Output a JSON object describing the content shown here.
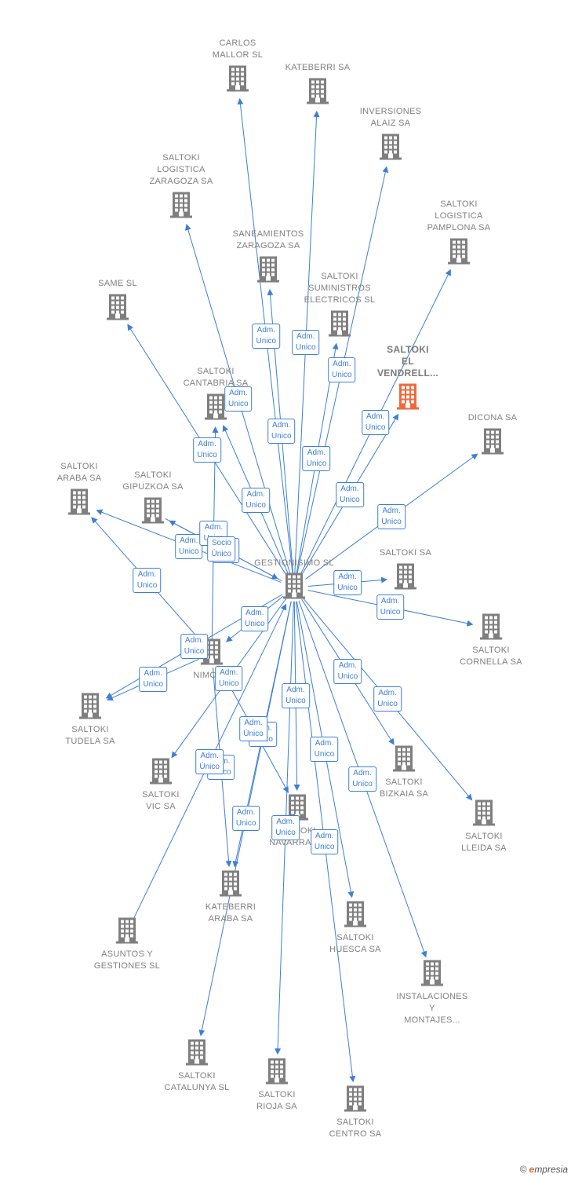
{
  "colors": {
    "edge": "#3d7fd6",
    "node": "#7f7f7f",
    "highlight": "#ef6a3a"
  },
  "icons": {
    "company": "building-icon"
  },
  "center": {
    "label": [
      "GESTIONISIMO SL"
    ]
  },
  "nodes": [
    {
      "id": "carlos",
      "label": [
        "CARLOS",
        "MALLOR SL"
      ]
    },
    {
      "id": "kateberri",
      "label": [
        "KATEBERRI SA"
      ]
    },
    {
      "id": "inversiones",
      "label": [
        "INVERSIONES",
        "ALAIZ SA"
      ]
    },
    {
      "id": "logzar",
      "label": [
        "SALTOKI",
        "LOGISTICA",
        "ZARAGOZA SA"
      ]
    },
    {
      "id": "logpam",
      "label": [
        "SALTOKI",
        "LOGISTICA",
        "PAMPLONA SA"
      ]
    },
    {
      "id": "saneamientos",
      "label": [
        "SANEAMIENTOS",
        "ZARAGOZA SA"
      ]
    },
    {
      "id": "same",
      "label": [
        "SAME SL"
      ]
    },
    {
      "id": "suministros",
      "label": [
        "SALTOKI",
        "SUMINISTROS",
        "ELECTRICOS SL"
      ]
    },
    {
      "id": "vendrell",
      "label": [
        "SALTOKI",
        "EL",
        "VENDRELL..."
      ],
      "highlight": true
    },
    {
      "id": "cantabria",
      "label": [
        "SALTOKI",
        "CANTABRIA SA"
      ]
    },
    {
      "id": "dicona",
      "label": [
        "DICONA SA"
      ]
    },
    {
      "id": "araba",
      "label": [
        "SALTOKI",
        "ARABA SA"
      ]
    },
    {
      "id": "gipuzkoa",
      "label": [
        "SALTOKI",
        "GIPUZKOA SA"
      ]
    },
    {
      "id": "saltokisa",
      "label": [
        "SALTOKI SA"
      ]
    },
    {
      "id": "cornella",
      "label": [
        "SALTOKI",
        "CORNELLA SA"
      ]
    },
    {
      "id": "nimo",
      "label": [
        "NIMO SL"
      ]
    },
    {
      "id": "tudela",
      "label": [
        "SALTOKI",
        "TUDELA SA"
      ]
    },
    {
      "id": "vic",
      "label": [
        "SALTOKI",
        "VIC SA"
      ]
    },
    {
      "id": "bizkaia",
      "label": [
        "SALTOKI",
        "BIZKAIA SA"
      ]
    },
    {
      "id": "lleida",
      "label": [
        "SALTOKI",
        "LLEIDA SA"
      ]
    },
    {
      "id": "navarra",
      "label": [
        "SALTOKI",
        "NAVARRA SA"
      ]
    },
    {
      "id": "kateberriaraba",
      "label": [
        "KATEBERRI",
        "ARABA SA"
      ]
    },
    {
      "id": "asuntos",
      "label": [
        "ASUNTOS Y",
        "GESTIONES SL"
      ]
    },
    {
      "id": "huesca",
      "label": [
        "SALTOKI",
        "HUESCA SA"
      ]
    },
    {
      "id": "instalaciones",
      "label": [
        "INSTALACIONES",
        "Y",
        "MONTAJES..."
      ]
    },
    {
      "id": "catalunya",
      "label": [
        "SALTOKI",
        "CATALUNYA SL"
      ]
    },
    {
      "id": "rioja",
      "label": [
        "SALTOKI",
        "RIOJA SA"
      ]
    },
    {
      "id": "centro",
      "label": [
        "SALTOKI",
        "CENTRO SA"
      ]
    }
  ],
  "edges": [
    {
      "from": "center",
      "to": "carlos",
      "label": [
        "Adm.",
        "Unico"
      ]
    },
    {
      "from": "center",
      "to": "kateberri",
      "label": [
        "Adm.",
        "Unico"
      ]
    },
    {
      "from": "center",
      "to": "inversiones",
      "label": [
        "Adm.",
        "Unico"
      ]
    },
    {
      "from": "center",
      "to": "logzar",
      "label": [
        "Adm.",
        "Unico"
      ]
    },
    {
      "from": "center",
      "to": "logpam",
      "label": [
        "Adm.",
        "Unico"
      ]
    },
    {
      "from": "center",
      "to": "saneamientos",
      "label": [
        "Adm.",
        "Unico"
      ]
    },
    {
      "from": "center",
      "to": "same",
      "label": [
        "Adm.",
        "Unico"
      ]
    },
    {
      "from": "center",
      "to": "suministros",
      "label": [
        "Adm.",
        "Unico"
      ]
    },
    {
      "from": "center",
      "to": "vendrell",
      "label": [
        "Adm.",
        "Unico"
      ]
    },
    {
      "from": "center",
      "to": "cantabria",
      "label": [
        "Adm.",
        "Unico"
      ]
    },
    {
      "from": "center",
      "to": "dicona",
      "label": [
        "Adm.",
        "Unico"
      ]
    },
    {
      "from": "center",
      "to": "araba",
      "label": [
        "Adm.",
        "Unico"
      ]
    },
    {
      "from": "center",
      "to": "gipuzkoa",
      "label": [
        "Adm.",
        "Unico"
      ]
    },
    {
      "from": "center",
      "to": "saltokisa",
      "label": [
        "Adm.",
        "Unico"
      ]
    },
    {
      "from": "center",
      "to": "cornella",
      "label": [
        "Adm.",
        "Unico"
      ]
    },
    {
      "from": "center",
      "to": "tudela",
      "label": [
        "Adm.",
        "Unico"
      ]
    },
    {
      "from": "center",
      "to": "vic",
      "label": [
        "Adm.",
        "Unico"
      ]
    },
    {
      "from": "center",
      "to": "bizkaia",
      "label": [
        "Adm.",
        "Unico"
      ]
    },
    {
      "from": "center",
      "to": "lleida",
      "label": [
        "Adm.",
        "Unico"
      ]
    },
    {
      "from": "center",
      "to": "navarra",
      "label": [
        "Adm.",
        "Unico"
      ]
    },
    {
      "from": "center",
      "to": "kateberriaraba",
      "label": [
        "Adm.",
        "Unico"
      ]
    },
    {
      "from": "center",
      "to": "huesca",
      "label": [
        "Adm.",
        "Unico"
      ]
    },
    {
      "from": "center",
      "to": "instalaciones",
      "label": [
        "Adm.",
        "Unico"
      ]
    },
    {
      "from": "center",
      "to": "catalunya",
      "label": [
        "Adm.",
        "Unico"
      ]
    },
    {
      "from": "center",
      "to": "rioja",
      "label": [
        "Adm.",
        "Unico"
      ]
    },
    {
      "from": "center",
      "to": "centro",
      "label": [
        "Adm.",
        "Unico"
      ]
    },
    {
      "from": "center",
      "to": "nimo",
      "label": [
        "Adm.",
        "Unico"
      ]
    },
    {
      "from": "nimo",
      "to": "cantabria",
      "label": [
        "Adm.",
        "Unico"
      ]
    },
    {
      "from": "nimo",
      "to": "tudela",
      "label": [
        "Adm.",
        "Unico"
      ]
    },
    {
      "from": "nimo",
      "to": "kateberriaraba",
      "label": [
        "Adm.",
        "Unico"
      ]
    },
    {
      "from": "nimo",
      "to": "navarra",
      "label": [
        "Adm.",
        "Único"
      ]
    },
    {
      "from": "nimo",
      "to": "araba",
      "label": [
        "Adm.",
        "Unico"
      ]
    },
    {
      "from": "gipuzkoa",
      "to": "center",
      "label": [
        "Socio",
        "Único"
      ]
    },
    {
      "from": "asuntos",
      "to": "center",
      "label": [
        "Adm.",
        "Único"
      ]
    }
  ],
  "footer": {
    "copyright": "©",
    "brand_e": "e",
    "brand_rest": "mpresia"
  }
}
